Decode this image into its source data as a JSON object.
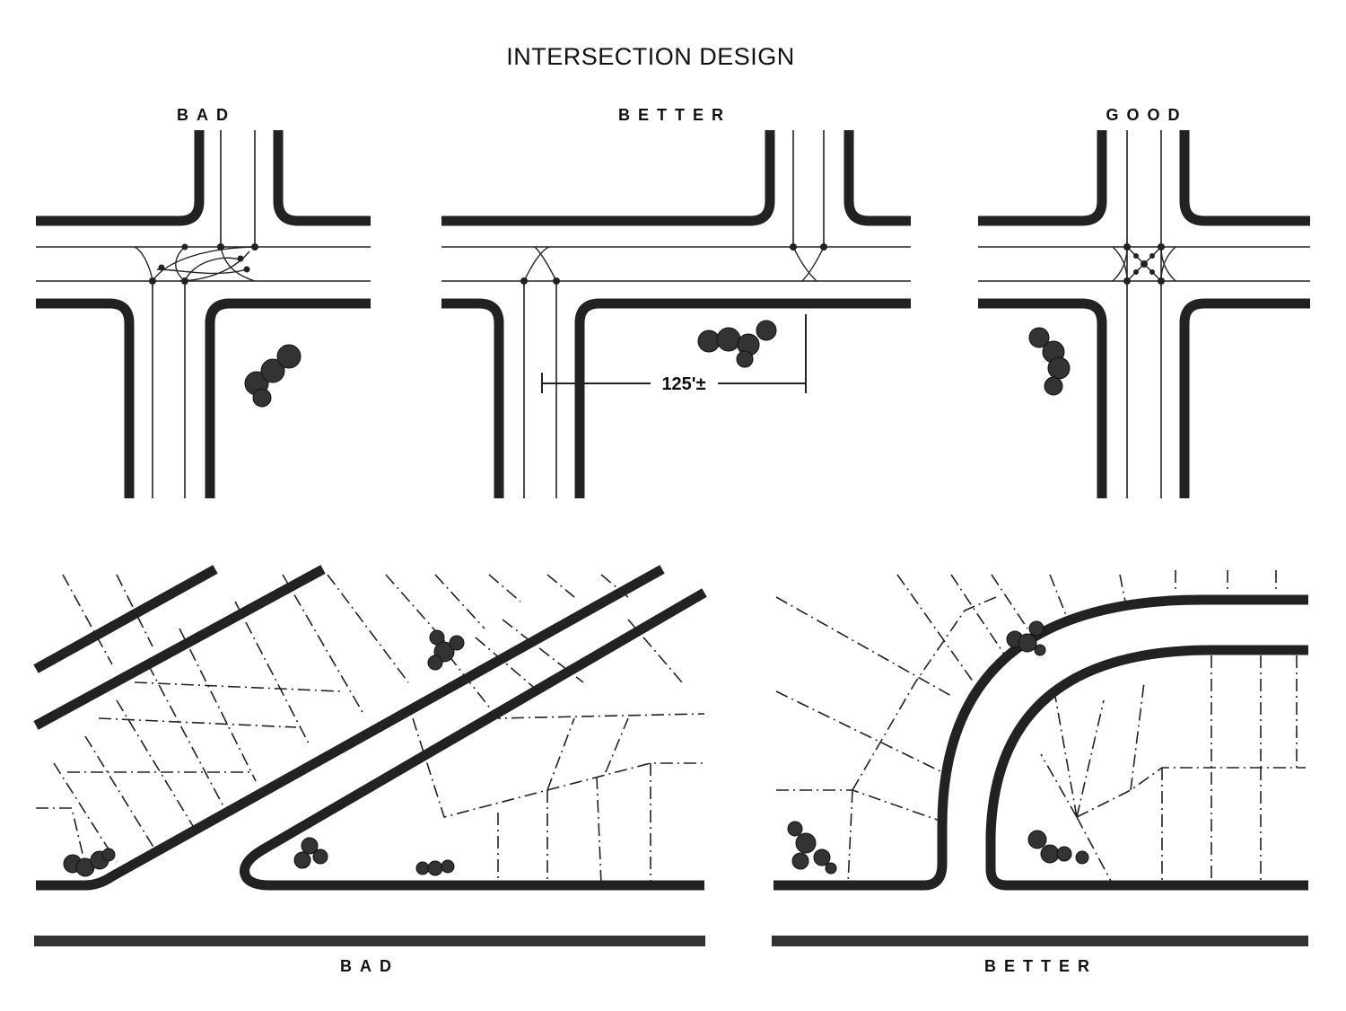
{
  "title": "INTERSECTION DESIGN",
  "top_panels": [
    {
      "label": "BAD"
    },
    {
      "label": "BETTER"
    },
    {
      "label": "GOOD"
    }
  ],
  "offset_dimension": "125'±",
  "bottom_panels": [
    {
      "label": "BAD"
    },
    {
      "label": "BETTER"
    }
  ]
}
